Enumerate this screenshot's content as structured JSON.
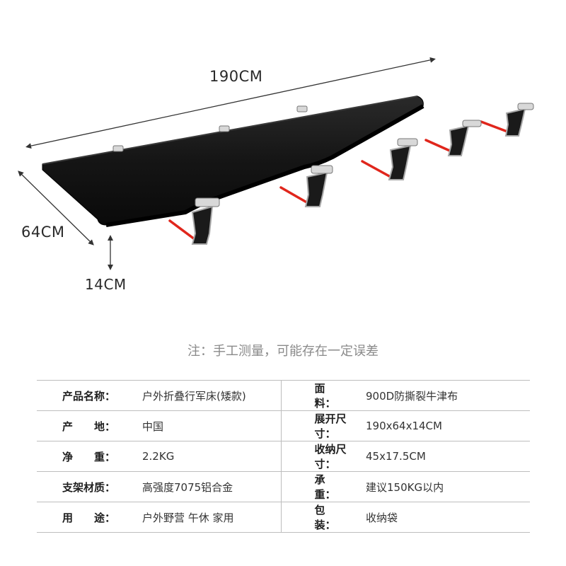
{
  "dimensions": {
    "length": "190CM",
    "width": "64CM",
    "height": "14CM"
  },
  "note": "注：手工测量，可能存在一定误差",
  "specs": {
    "rows": [
      [
        {
          "k": "产品名称：",
          "v": "户外折叠行军床(矮款)"
        },
        {
          "k": "面　　料：",
          "v": "900D防撕裂牛津布"
        }
      ],
      [
        {
          "k": "产　　地：",
          "v": "中国"
        },
        {
          "k": "展开尺寸：",
          "v": "190x64x14CM"
        }
      ],
      [
        {
          "k": "净　　重：",
          "v": "2.2KG"
        },
        {
          "k": "收纳尺寸：",
          "v": "45x17.5CM"
        }
      ],
      [
        {
          "k": "支架材质：",
          "v": "高强度7075铝合金"
        },
        {
          "k": "承　　重：",
          "v": "建议150KG以内"
        }
      ],
      [
        {
          "k": "用　　途：",
          "v": "户外野营 午休 家用"
        },
        {
          "k": "包　　装：",
          "v": "收纳袋"
        }
      ]
    ]
  },
  "colors": {
    "fabric": "#111111",
    "frame_accent": "#e0261c",
    "frame_metal": "#9a9a9a",
    "note_text": "#8a8a8a"
  }
}
